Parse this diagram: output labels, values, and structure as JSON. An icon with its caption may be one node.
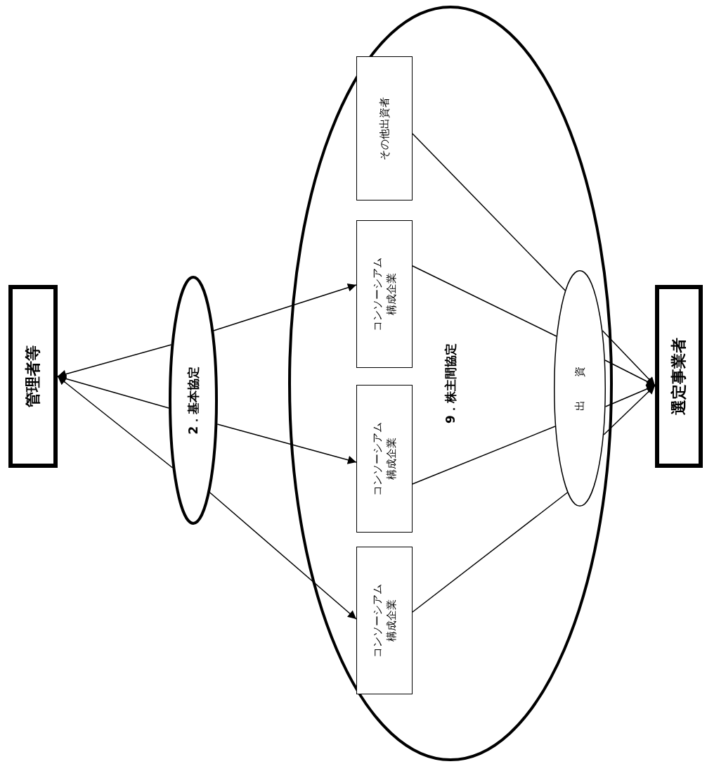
{
  "diagram": {
    "nodes": [
      {
        "text": [
          "管理者等"
        ]
      },
      {
        "text": [
          "2．基本協定"
        ]
      },
      {
        "text": [
          "9．株主間協定"
        ]
      },
      {
        "text": [
          "その他出資者"
        ],
        "in": 2
      },
      {
        "text": [
          "コンソーシアム構成企業"
        ],
        "in": 2
      },
      {
        "text": [
          "コンソーシアム構成企業"
        ],
        "in": 2
      },
      {
        "text": [
          "コンソーシアム構成企業"
        ],
        "in": 2
      },
      {
        "text": [
          "出資"
        ],
        "in": 2
      },
      {
        "text": [
          "選定事業者"
        ]
      }
    ],
    "edges": [
      {
        "from": 1,
        "to": 0,
        "arrow": "to"
      },
      {
        "from": 1,
        "to": 0,
        "arrow": "to"
      },
      {
        "from": 1,
        "to": 0,
        "arrow": "to"
      },
      {
        "from": 1,
        "to": 4,
        "arrow": "to"
      },
      {
        "from": 1,
        "to": 5,
        "arrow": "to"
      },
      {
        "from": 1,
        "to": 6,
        "arrow": "to"
      },
      {
        "from": 3,
        "to": 7,
        "arrow": "none"
      },
      {
        "from": 4,
        "to": 7,
        "arrow": "none"
      },
      {
        "from": 5,
        "to": 7,
        "arrow": "none"
      },
      {
        "from": 6,
        "to": 7,
        "arrow": "none"
      },
      {
        "from": 7,
        "to": 8,
        "arrow": "to"
      },
      {
        "from": 7,
        "to": 8,
        "arrow": "to"
      },
      {
        "from": 7,
        "to": 8,
        "arrow": "to"
      },
      {
        "from": 7,
        "to": 8,
        "arrow": "to"
      }
    ]
  }
}
